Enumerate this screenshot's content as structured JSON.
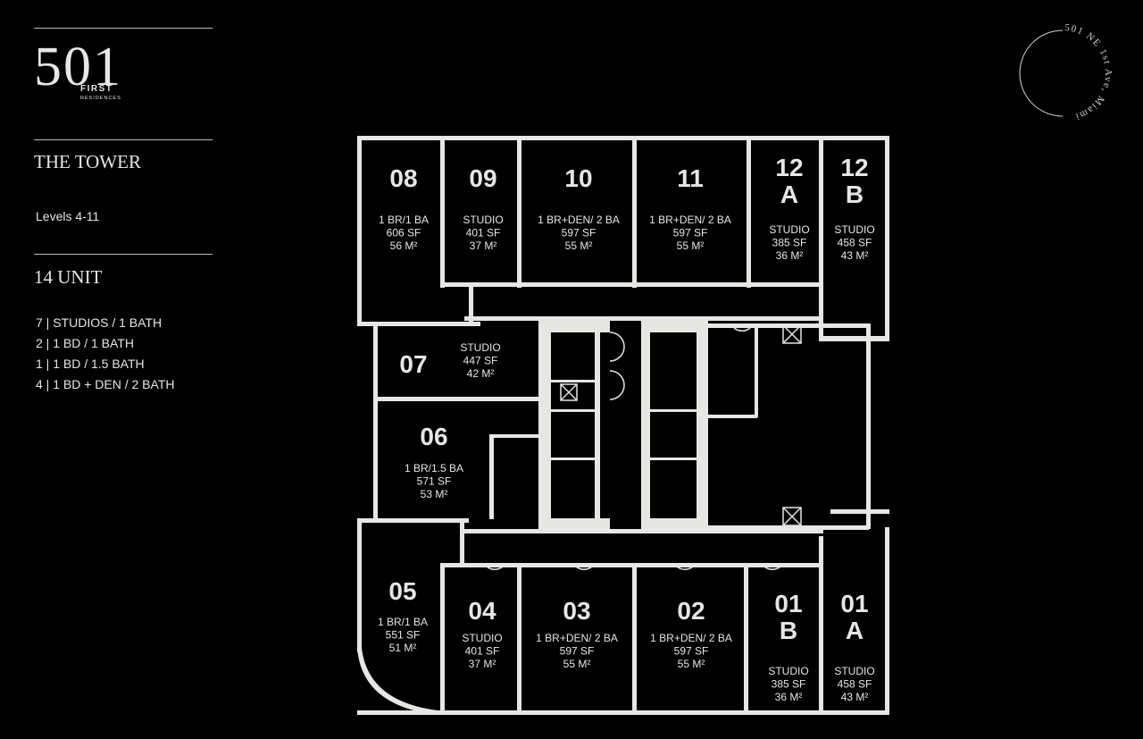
{
  "logo": {
    "number": "501",
    "line1": "FIRST",
    "line2": "RESIDENCES"
  },
  "tower": {
    "title": "THE TOWER",
    "levels": "Levels 4-11"
  },
  "summary": {
    "count": "14 UNIT",
    "mix": [
      "7 | STUDIOS / 1 BATH",
      "2 | 1 BD / 1 BATH",
      "1 | 1 BD / 1.5 BATH",
      "4 | 1 BD + DEN / 2 BATH"
    ]
  },
  "address": "501 NE 1st Ave, Miami",
  "units": [
    {
      "id": "08",
      "type": "1 BR/1 BA",
      "sf": "606 SF",
      "m2": "56 M²"
    },
    {
      "id": "09",
      "type": "STUDIO",
      "sf": "401 SF",
      "m2": "37 M²"
    },
    {
      "id": "10",
      "type": "1 BR+DEN/ 2 BA",
      "sf": "597 SF",
      "m2": "55 M²"
    },
    {
      "id": "11",
      "type": "1 BR+DEN/ 2 BA",
      "sf": "597 SF",
      "m2": "55 M²"
    },
    {
      "id": "12 A",
      "type": "STUDIO",
      "sf": "385 SF",
      "m2": "36 M²"
    },
    {
      "id": "12 B",
      "type": "STUDIO",
      "sf": "458 SF",
      "m2": "43 M²"
    },
    {
      "id": "07",
      "type": "STUDIO",
      "sf": "447 SF",
      "m2": "42 M²"
    },
    {
      "id": "06",
      "type": "1 BR/1.5 BA",
      "sf": "571 SF",
      "m2": "53 M²"
    },
    {
      "id": "05",
      "type": "1 BR/1 BA",
      "sf": "551 SF",
      "m2": "51 M²"
    },
    {
      "id": "04",
      "type": "STUDIO",
      "sf": "401 SF",
      "m2": "37 M²"
    },
    {
      "id": "03",
      "type": "1 BR+DEN/ 2 BA",
      "sf": "597 SF",
      "m2": "55 M²"
    },
    {
      "id": "02",
      "type": "1 BR+DEN/ 2 BA",
      "sf": "597 SF",
      "m2": "55 M²"
    },
    {
      "id": "01 B",
      "type": "STUDIO",
      "sf": "385 SF",
      "m2": "36 M²"
    },
    {
      "id": "01 A",
      "type": "STUDIO",
      "sf": "458 SF",
      "m2": "43 M²"
    }
  ]
}
